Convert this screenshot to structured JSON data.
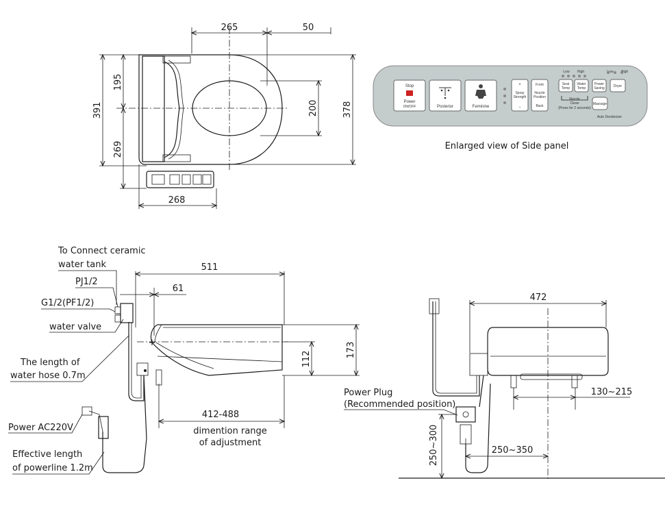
{
  "top_view": {
    "dim_width": "265",
    "dim_offset": "50",
    "dim_front": "195",
    "dim_total_left": "391",
    "dim_rear": "269",
    "dim_opening": "200",
    "dim_total_right": "378",
    "dim_base": "268"
  },
  "side_panel": {
    "caption": "Enlarged view of Side panel",
    "stop_label": "Stop",
    "power_label": "Power",
    "onoff_label": "ON/OFF",
    "posterior_label": "Posterior",
    "feminine_label": "Feminine",
    "plus_label": "+",
    "minus_label": "−",
    "spray_label_1": "Spray",
    "spray_label_2": "Strength",
    "front_label": "Front",
    "nozzle_label_1": "Nozzle",
    "nozzle_label_2": "Position",
    "back_label": "Back",
    "low_label": "Low",
    "high_label": "High",
    "seat_temp_1": "Seat",
    "seat_temp_2": "Temp",
    "water_temp_1": "Water",
    "water_temp_2": "Temp",
    "power_saving_1": "Power",
    "power_saving_2": "Saving",
    "dryer_label": "Dryer",
    "nozzle_clean_1": "Nozzle",
    "nozzle_clean_2": "Clean",
    "press_note": "(Press for 2 seconds)",
    "massage_label": "Massage",
    "auto_deodorizer": "Auto Deodorizer"
  },
  "side_view": {
    "connect_note_1": "To Connect ceramic",
    "connect_note_2": "water tank",
    "pj_label": "PJ1/2",
    "g_label": "G1/2(PF1/2)",
    "valve_label": "water valve",
    "hose_note_1": "The length of",
    "hose_note_2": "water hose 0.7m",
    "power_label": "Power AC220V",
    "cord_note_1": "Effective length",
    "cord_note_2": "of powerline 1.2m",
    "dim_length": "511",
    "dim_inlet": "61",
    "dim_height_a": "112",
    "dim_height_b": "173",
    "dim_range": "412-488",
    "range_note_1": "dimention range",
    "range_note_2": "of adjustment"
  },
  "rear_view": {
    "dim_width": "472",
    "plug_note_1": "Power Plug",
    "plug_note_2": "(Recommended position)",
    "dim_bolt": "130~215",
    "dim_plug_h": "250~300",
    "dim_plug_w": "250~350"
  }
}
